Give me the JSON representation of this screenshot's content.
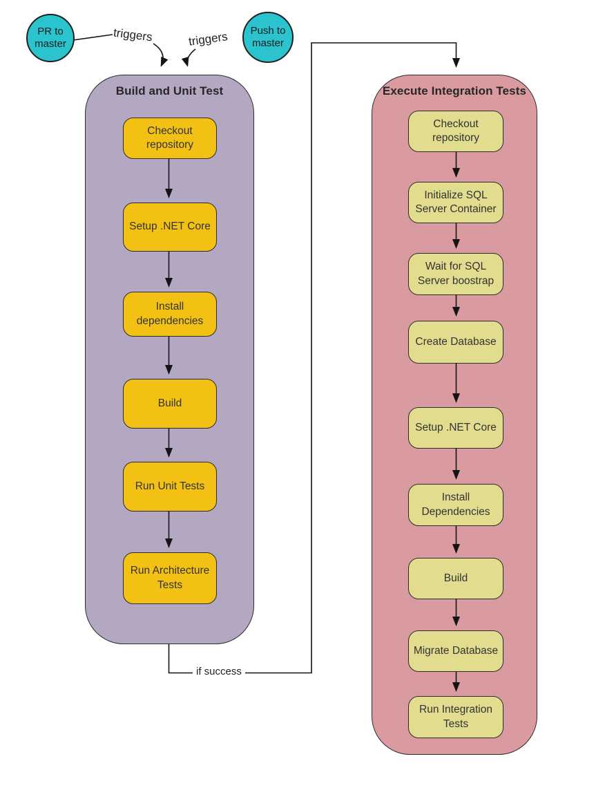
{
  "triggers": [
    {
      "label": "PR to master"
    },
    {
      "label": "Push to master"
    }
  ],
  "edges": {
    "trigger_label": "triggers",
    "success_label": "if success"
  },
  "pipelines": [
    {
      "title": "Build and Unit Test",
      "steps": [
        "Checkout repository",
        "Setup .NET Core",
        "Install dependencies",
        "Build",
        "Run Unit Tests",
        "Run Architecture Tests"
      ]
    },
    {
      "title": "Execute Integration Tests",
      "steps": [
        "Checkout repository",
        "Initialize SQL Server Container",
        "Wait for SQL Server boostrap",
        "Create Database",
        "Setup .NET Core",
        "Install Dependencies",
        "Build",
        "Migrate Database",
        "Run Integration Tests"
      ]
    }
  ],
  "colors": {
    "trigger_circle": "#2bc4ce",
    "build_container": "#b4a7c1",
    "build_node": "#f2c113",
    "integration_container": "#d99b9f",
    "integration_node": "#e2dc8e",
    "outline": "#2b2b2b"
  }
}
